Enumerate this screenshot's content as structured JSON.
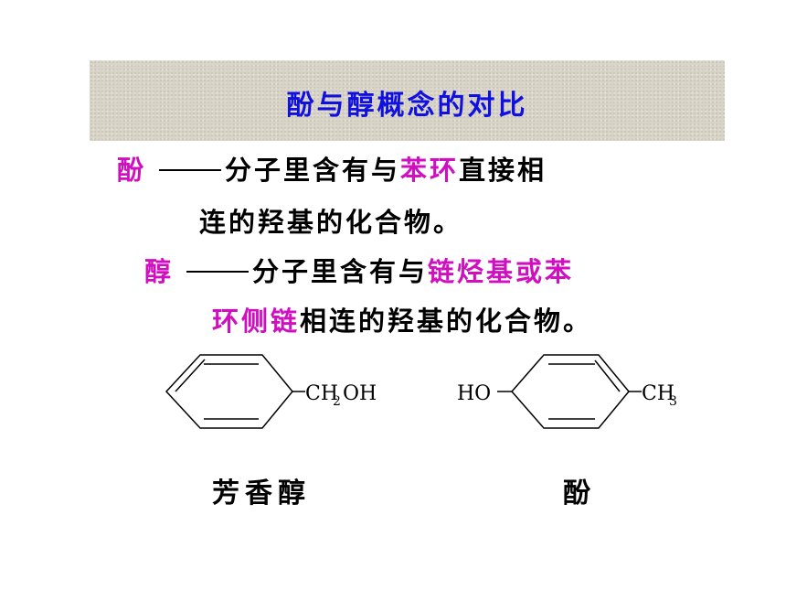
{
  "title": "酚与醇概念的对比",
  "phenol_def": {
    "term": "酚",
    "text1": "分子里含有与",
    "highlight1": "苯环",
    "text2": "直接相",
    "line2": "连的羟基的化合物。"
  },
  "alcohol_def": {
    "term": "醇",
    "text1": "分子里含有与",
    "highlight1": "链烃基或苯",
    "line2_highlight": "环侧链",
    "line2_text": "相连的羟基的化合物。"
  },
  "structures": {
    "left_substituent_ch": "CH",
    "left_substituent_sub": "2",
    "left_substituent_oh": "OH",
    "right_left_group": "HO",
    "right_substituent_ch": "CH",
    "right_substituent_sub": "3"
  },
  "labels": {
    "left": "芳香醇",
    "right": "酚"
  }
}
